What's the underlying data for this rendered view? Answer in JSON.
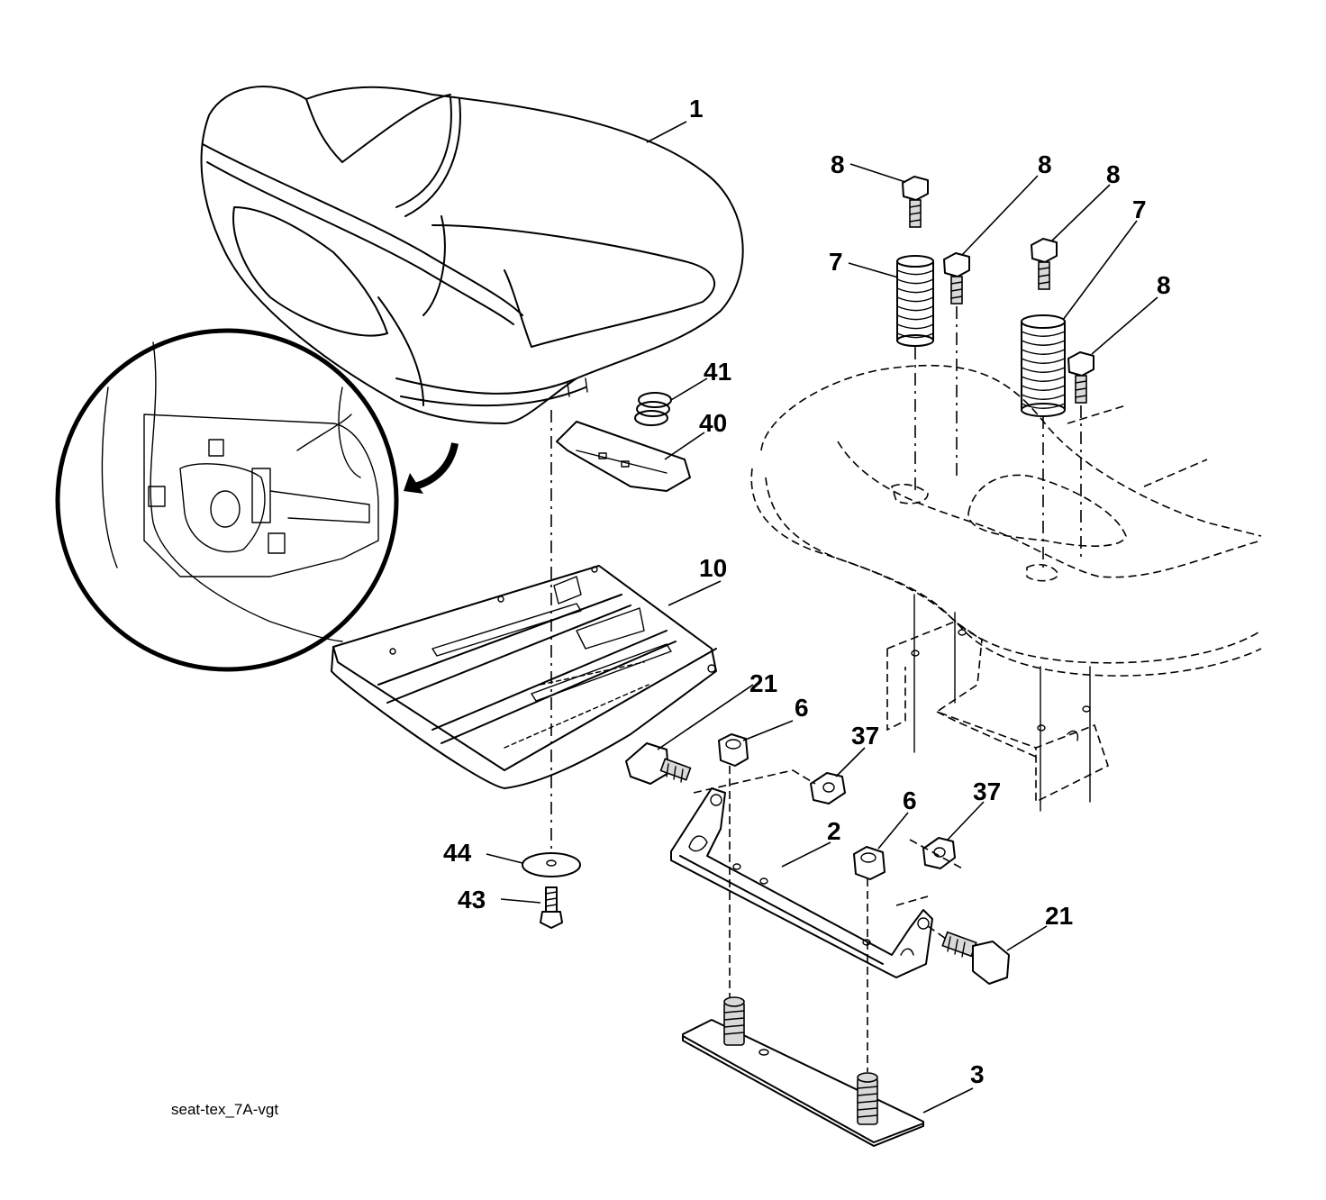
{
  "callouts": {
    "seat": "1",
    "bracket": "2",
    "base_plate": "3",
    "nut_left": "6",
    "nut_right": "6",
    "spring_left": "7",
    "spring_right": "7",
    "bolt_a": "8",
    "bolt_b": "8",
    "bolt_c": "8",
    "bolt_d": "8",
    "seat_pan": "10",
    "pivot_bolt_left": "21",
    "pivot_bolt_right": "21",
    "washer_left": "37",
    "washer_right": "37",
    "clip": "40",
    "small_spring": "41",
    "bolt_43": "43",
    "washer_44": "44"
  },
  "caption": "seat-tex_7A-vgt"
}
